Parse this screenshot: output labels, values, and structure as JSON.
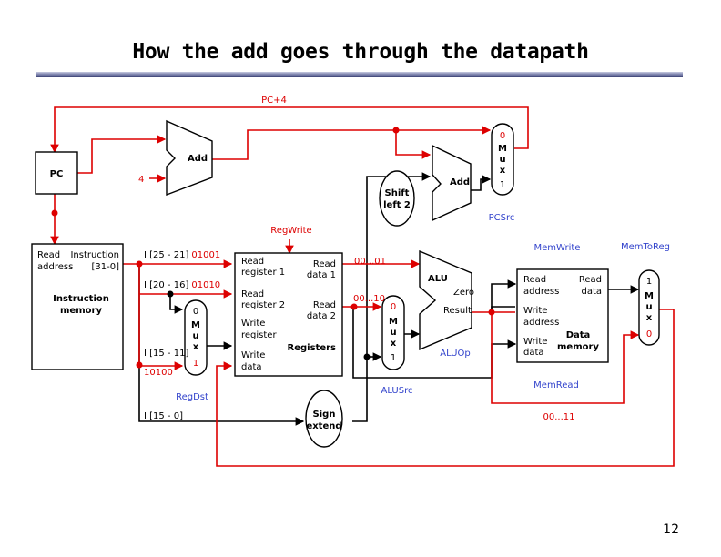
{
  "slide": {
    "title": "How the add goes through the datapath",
    "page_number": "12"
  },
  "colors": {
    "active": "#dd0000",
    "control": "#3344cc",
    "inactive": "#000000",
    "title_rule": "#5a6090"
  },
  "blocks": {
    "pc": "PC",
    "add_top": "Add",
    "add_branch": "Add",
    "shift_left": [
      "Shift",
      "left 2"
    ],
    "sign_extend": [
      "Sign",
      "extend"
    ],
    "alu": "ALU",
    "alu_zero": "Zero",
    "alu_result": "Result",
    "instruction_memory": {
      "read_address": [
        "Read",
        "address"
      ],
      "instruction": [
        "Instruction",
        "[31-0]"
      ],
      "name": [
        "Instruction",
        "memory"
      ]
    },
    "registers": {
      "read_register_1": [
        "Read",
        "register 1"
      ],
      "read_register_2": [
        "Read",
        "register 2"
      ],
      "write_register": [
        "Write",
        "register"
      ],
      "write_data": [
        "Write",
        "data"
      ],
      "read_data_1": [
        "Read",
        "data 1"
      ],
      "read_data_2": [
        "Read",
        "data 2"
      ],
      "name": "Registers"
    },
    "data_memory": {
      "read_address": [
        "Read",
        "address"
      ],
      "write_address": [
        "Write",
        "address"
      ],
      "write_data": [
        "Write",
        "data"
      ],
      "read_data": [
        "Read",
        "data"
      ],
      "name": [
        "Data",
        "memory"
      ]
    }
  },
  "muxes": {
    "pc_mux": {
      "top": "0",
      "letters": [
        "M",
        "u",
        "x"
      ],
      "bottom": "1"
    },
    "regdst_mux": {
      "top": "0",
      "letters": [
        "M",
        "u",
        "x"
      ],
      "bottom": "1"
    },
    "alusrc_mux": {
      "top": "0",
      "letters": [
        "M",
        "u",
        "x"
      ],
      "bottom": "1"
    },
    "memtoreg_mux": {
      "top": "1",
      "letters": [
        "M",
        "u",
        "x"
      ],
      "bottom": "0"
    }
  },
  "signals": {
    "pc_plus_4": "PC+4",
    "four": "4",
    "reg_write": "RegWrite",
    "pc_src": "PCSrc",
    "reg_dst": "RegDst",
    "alu_src": "ALUSrc",
    "alu_op": "ALUOp",
    "mem_write": "MemWrite",
    "mem_read": "MemRead",
    "mem_to_reg": "MemToReg"
  },
  "fields": {
    "rs_label": "I [25 - 21]",
    "rs_value": "01001",
    "rt_label": "I [20 - 16]",
    "rt_value": "01010",
    "rd_label": "I [15 - 11]",
    "rd_value": "10100",
    "imm_label": "I [15 - 0]"
  },
  "values": {
    "read_data_1": "00...01",
    "read_data_2": "00...10",
    "alu_result": "00...11"
  }
}
